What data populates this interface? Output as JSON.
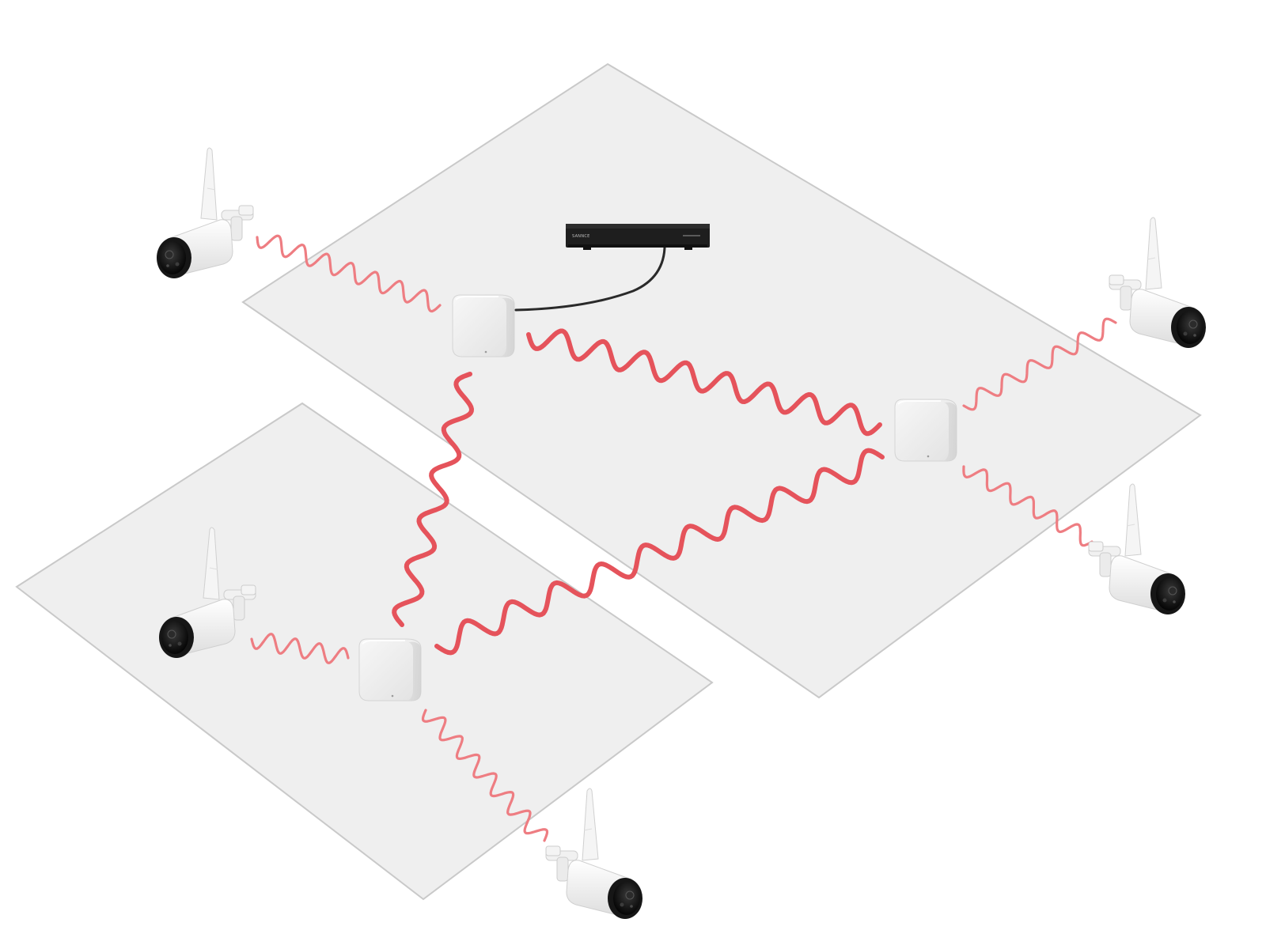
{
  "diagram": {
    "floors": [
      {
        "name": "floor-upper"
      },
      {
        "name": "floor-lower"
      }
    ],
    "devices": {
      "recorder": {
        "name": "nvr-recorder",
        "brand_text": "SANNCE"
      },
      "nodes": [
        {
          "name": "mesh-node-main"
        },
        {
          "name": "mesh-node-right"
        },
        {
          "name": "mesh-node-lower"
        }
      ],
      "cameras": [
        {
          "name": "camera-top-left",
          "facing": "left"
        },
        {
          "name": "camera-top-right",
          "facing": "right"
        },
        {
          "name": "camera-right-lower",
          "facing": "right"
        },
        {
          "name": "camera-mid-left",
          "facing": "left"
        },
        {
          "name": "camera-bottom",
          "facing": "right"
        }
      ]
    },
    "links": [
      {
        "from": "mesh-node-main",
        "to": "mesh-node-right",
        "kind": "backhaul"
      },
      {
        "from": "mesh-node-main",
        "to": "mesh-node-lower",
        "kind": "backhaul"
      },
      {
        "from": "mesh-node-right",
        "to": "mesh-node-lower",
        "kind": "backhaul"
      },
      {
        "from": "camera-top-left",
        "to": "mesh-node-main",
        "kind": "camera"
      },
      {
        "from": "camera-top-right",
        "to": "mesh-node-right",
        "kind": "camera"
      },
      {
        "from": "camera-right-lower",
        "to": "mesh-node-right",
        "kind": "camera"
      },
      {
        "from": "camera-mid-left",
        "to": "mesh-node-lower",
        "kind": "camera"
      },
      {
        "from": "camera-bottom",
        "to": "mesh-node-lower",
        "kind": "camera"
      },
      {
        "from": "nvr-recorder",
        "to": "mesh-node-main",
        "kind": "cable"
      }
    ],
    "colors": {
      "floor": "#efefef",
      "floor_edge": "#c9c9c9",
      "backhaul_wave": "#e5535b",
      "camera_wave": "#ee7d82",
      "cable": "#2a2a2a",
      "recorder": "#1e1e1e",
      "camera_body": "#f4f4f4",
      "camera_lens": "#111111"
    }
  }
}
